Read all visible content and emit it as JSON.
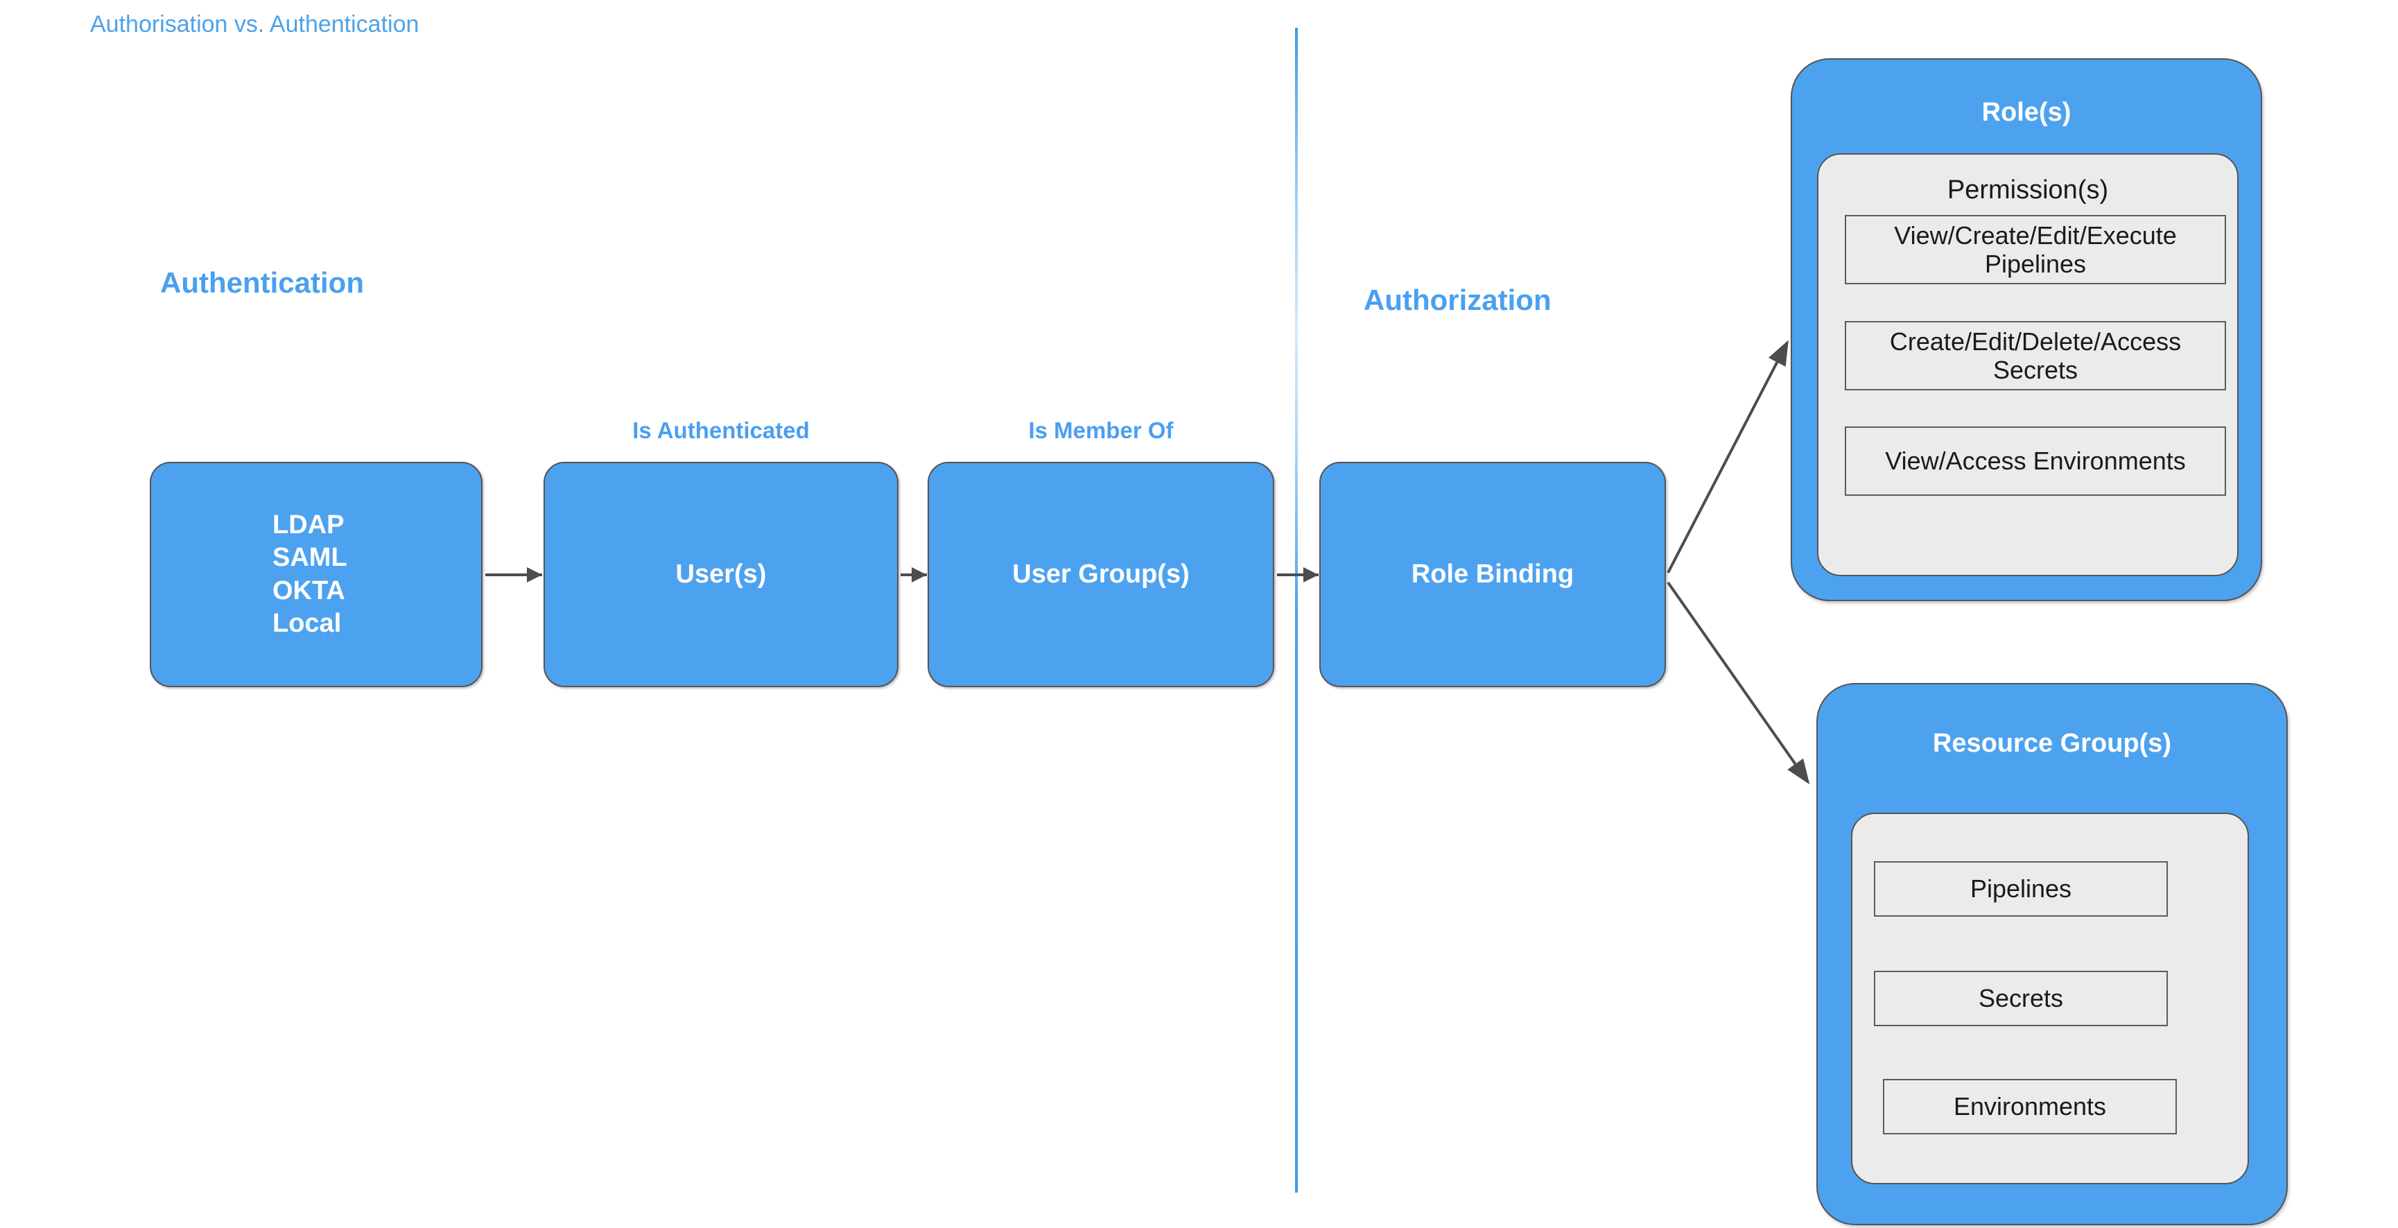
{
  "page": {
    "title": "Authorisation vs. Authentication",
    "accent_blue": "#4a9ff0",
    "box_blue": "#4da2ef",
    "panel_grey": "#ebebeb",
    "border_grey": "#555555"
  },
  "sections": {
    "authentication_heading": "Authentication",
    "authorization_heading": "Authorization"
  },
  "flow": {
    "labels": {
      "is_authenticated": "Is Authenticated",
      "is_member_of": "Is Member Of"
    },
    "boxes": [
      {
        "id": "identity-providers",
        "lines": [
          "LDAP",
          "SAML",
          "OKTA",
          "Local"
        ]
      },
      {
        "id": "users",
        "label": "User(s)"
      },
      {
        "id": "user-groups",
        "label": "User Group(s)"
      },
      {
        "id": "role-binding",
        "label": "Role Binding"
      }
    ]
  },
  "roles_panel": {
    "title": "Role(s)",
    "inner_label": "Permission(s)",
    "permissions": [
      "View/Create/Edit/Execute Pipelines",
      "Create/Edit/Delete/Access Secrets",
      "View/Access Environments"
    ]
  },
  "resources_panel": {
    "title": "Resource Group(s)",
    "resources": [
      "Pipelines",
      "Secrets",
      "Environments"
    ]
  }
}
